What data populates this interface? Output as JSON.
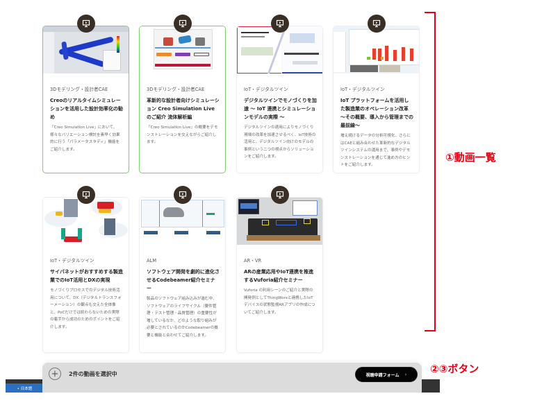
{
  "cards": [
    {
      "category": "3Dモデリング・設計者CAE",
      "title": "Creoのリアルタイムシミュレーションを活用した設計効率化の勧め",
      "description": "「Creo Simulation Live」において、様々なバリエーション検討を素早く効果的に行う「パラメータスタディ」機能をご紹介します。",
      "selected": true,
      "icon": "video-presentation-icon"
    },
    {
      "category": "3Dモデリング・設計者CAE",
      "title": "革新的な設計者向けシミュレーション Creo Simulation Live のご紹介 流体解析編",
      "description": "「Creo Simulation Live」の概要をデモンストレーションを交えながらご紹介します。",
      "selected": true,
      "icon": "video-presentation-icon"
    },
    {
      "category": "IoT・デジタルツイン",
      "title": "デジタルツインでモノづくりを加速 〜 IoT 連携とシミュレーションモデルの実際 〜",
      "description": "デジタルツインの適用によりモノづくり現場の改革を加速させるべく、IoT技術の活用と、デジタルツイン向けのモデルの事例という二つの視点からソリューションをご紹介します。",
      "selected": false,
      "icon": "video-presentation-icon"
    },
    {
      "category": "IoT・デジタルツイン",
      "title": "IoT プラットフォームを活用した製造業のオペレーション改革 〜その概要、導入から管理までの最前線〜",
      "description": "増え続けるデータの分析可視化、さらにはCAEと組み合わせた革新的なデジタルツインシステムの運用まで、事例やデモンストレーションを通じて進め方のヒントをご紹介します。",
      "selected": false,
      "icon": "video-presentation-icon"
    },
    {
      "category": "IoT・デジタルツイン",
      "title": "サイバネットがおすすめする製造業でのIoT活用とDXの実現",
      "description": "モノづくりプロセスでのデジタル技術活用について、DX（デジタルトランスフォーメーション）の観点も交えた全体像と、PoCだけでは終わらないための実際の着手から成功のためのポイントをご紹介します。",
      "selected": false,
      "icon": "video-presentation-icon"
    },
    {
      "category": "ALM",
      "title": "ソフトウェア開発を劇的に進化させるCodebeamer紹介セミナー",
      "description": "製品のソフトウェア組み込みが進む中、ソフトウェアのライフサイクル（要件管理・テスト管理・品質管理）の重要性が増しているなか、どのような取り組みが必要とされているのかCodebeamerの概要と機能と合わせてご紹介します。",
      "selected": false,
      "icon": "video-presentation-icon"
    },
    {
      "category": "AR・VR",
      "title": "ARの産業応用やIoT連携を推進するVuforia紹介セミナー",
      "description": "Vuforia の利用シーンのご紹介と実際の開発例としてThingWorxと連携したIoTデバイスの状態監視ARアプリの作成についてご紹介します。",
      "selected": false,
      "icon": "video-presentation-icon"
    }
  ],
  "selection_bar": {
    "count_text": "2件の動画を選択中",
    "add_icon": "plus-circle-icon",
    "form_button_label": "視聴申請フォーム",
    "form_button_icon": "chevron-right-icon"
  },
  "language_button": {
    "label": "• 日本語"
  },
  "annotations": {
    "video_list_label": "①動画一覧",
    "buttons_label": "②③ボタン",
    "color": "#e60012"
  },
  "colors": {
    "selected_border": "#7ccf6e",
    "badge_bg": "#3a2f27",
    "form_button_bg": "#050505",
    "selection_bar_bg": "#dcdcdc",
    "language_button_bg": "#2c6fc2"
  }
}
